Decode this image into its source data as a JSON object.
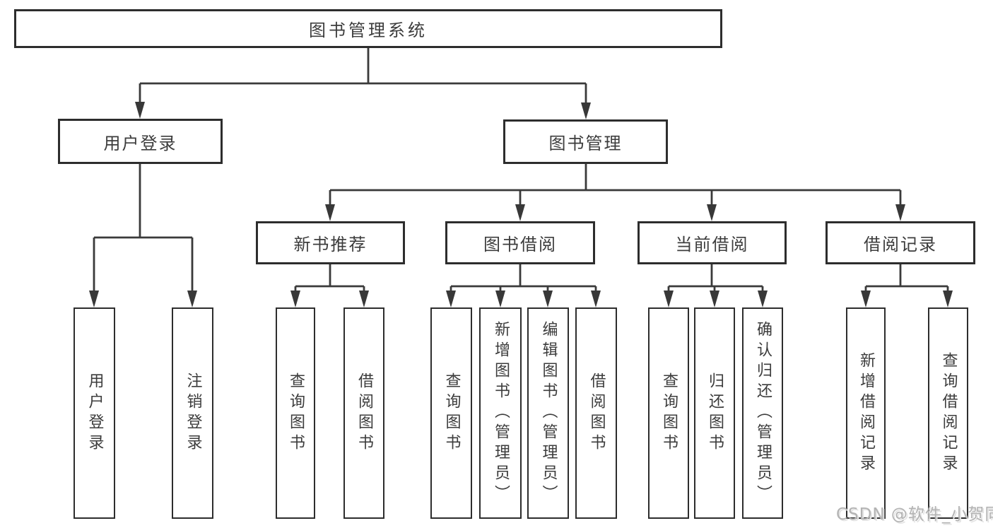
{
  "diagram": {
    "root": "图书管理系统",
    "user_login": {
      "label": "用户登录",
      "children": [
        "用户登录",
        "注销登录"
      ]
    },
    "book_management": {
      "label": "图书管理",
      "groups": [
        {
          "label": "新书推荐",
          "children": [
            "查询图书",
            "借阅图书"
          ]
        },
        {
          "label": "图书借阅",
          "children": [
            "查询图书",
            "新增图书（管理员）",
            "编辑图书（管理员）",
            "借阅图书"
          ]
        },
        {
          "label": "当前借阅",
          "children": [
            "查询图书",
            "归还图书",
            "确认归还（管理员）"
          ]
        },
        {
          "label": "借阅记录",
          "children": [
            "新增借阅记录",
            "查询借阅记录"
          ]
        }
      ]
    }
  },
  "watermark": "CSDN @软件_小贺同学",
  "colors": {
    "line": "#3a3a3a",
    "box_border": "#2d2d2d",
    "text": "#3c3c3c",
    "background": "#ffffff",
    "watermark": "#b3b3b3"
  }
}
